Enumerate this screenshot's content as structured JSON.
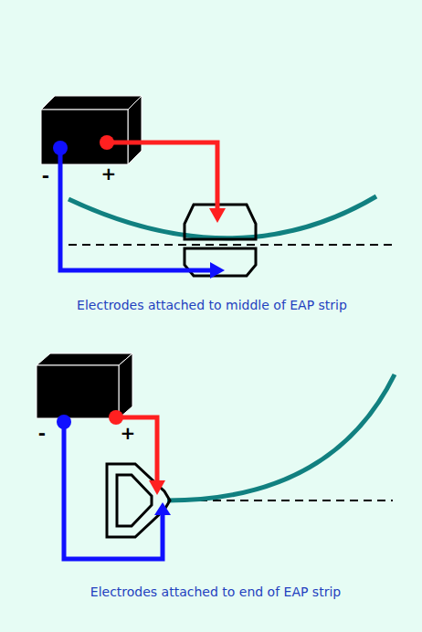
{
  "diagram": {
    "labels": [
      "-",
      "+",
      "Electrodes attached to middle of EAP strip",
      "-",
      "+",
      "Electrodes attached to end of EAP strip"
    ]
  }
}
